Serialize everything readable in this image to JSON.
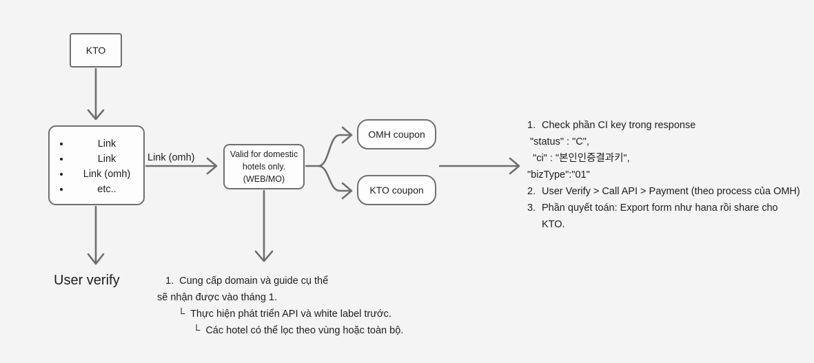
{
  "canvas": {
    "background": "#f4f4f4",
    "stroke": "#6e6e6e",
    "node_fill": "#fdfdfd",
    "text_color": "#1d1d1d"
  },
  "nodes": {
    "kto": {
      "label": "KTO"
    },
    "links": {
      "items": [
        "Link",
        "Link",
        "Link (omh)",
        "etc.."
      ]
    },
    "valid": {
      "line1": "Valid for domestic",
      "line2": "hotels only.",
      "line3": "(WEB/MO)"
    },
    "omh_coupon": {
      "label": "OMH coupon"
    },
    "kto_coupon": {
      "label": "KTO coupon"
    }
  },
  "edge_labels": {
    "link_omh": "Link (omh)"
  },
  "free_text": {
    "user_verify": "User verify"
  },
  "notes_right": {
    "item1": {
      "num": "1.",
      "text": "Check phần CI key trong response"
    },
    "code_line1": " \"status\" : \"C\",",
    "code_line2": "  \"ci\" : \"본인인증결과키\",",
    "code_line3": "\"bizType\":\"01\"",
    "item2": {
      "num": "2.",
      "text": "User Verify > Call API > Payment (theo process của OMH)"
    },
    "item3": {
      "num": "3.",
      "text": "Phần quyết toán: Export form như hana rồi share cho KTO."
    }
  },
  "notes_bottom": {
    "line1": "1.  Cung cấp domain và guide cụ thể",
    "line2": "sẽ nhận được vào tháng 1.",
    "line3": "└  Thực hiện phát triển API và white label trước.",
    "line4": "└  Các hotel có thể lọc theo vùng hoặc toàn bộ."
  }
}
